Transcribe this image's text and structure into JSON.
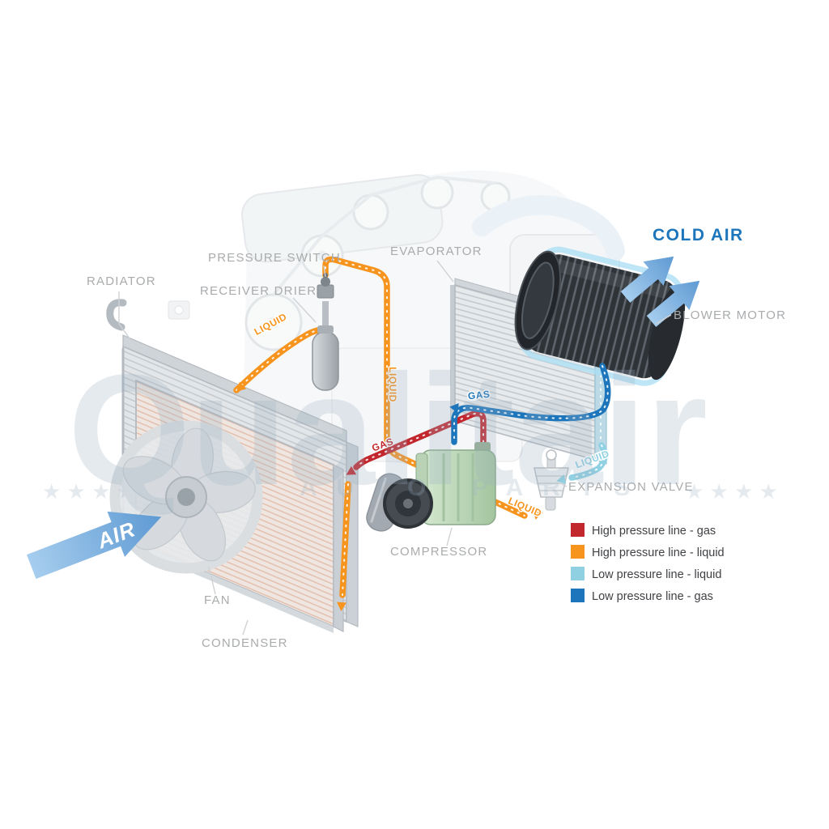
{
  "component_labels": {
    "radiator": "RADIATOR",
    "pressure_switch": "PRESSURE SWITCH",
    "receiver_drier": "RECEIVER DRIER",
    "evaporator": "EVAPORATOR",
    "blower_motor": "BLOWER MOTOR",
    "expansion_valve": "EXPANSION VALVE",
    "compressor": "COMPRESSOR",
    "fan": "FAN",
    "condenser": "CONDENSER"
  },
  "flow_labels": {
    "cold_air": "COLD AIR",
    "air": "AIR",
    "liquid": "LIQUID",
    "gas": "GAS"
  },
  "legend": {
    "items": [
      {
        "label": "High pressure line - gas",
        "color": "#c1272d"
      },
      {
        "label": "High pressure line - liquid",
        "color": "#f7941e"
      },
      {
        "label": "Low pressure line - liquid",
        "color": "#8fd1e3"
      },
      {
        "label": "Low pressure line -  gas",
        "color": "#1d76bb"
      }
    ]
  },
  "watermark": {
    "brand": "Qualitair",
    "tagline": "AUTO PARTS",
    "stars_left": "★ ★ ★ ★",
    "stars_right": "★ ★ ★ ★"
  },
  "colors": {
    "hp_gas": "#c1272d",
    "hp_liquid": "#f7941e",
    "lp_liquid": "#8fd1e3",
    "lp_gas": "#1d76bb",
    "label_gray": "#a9abad"
  }
}
